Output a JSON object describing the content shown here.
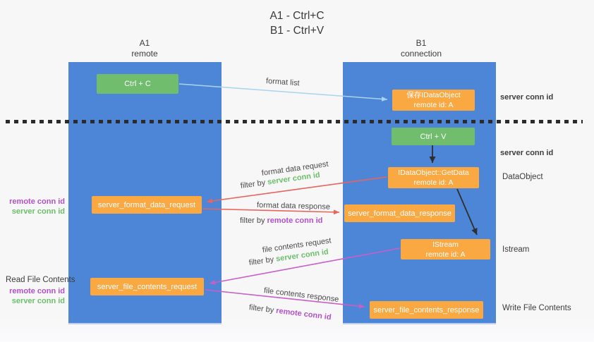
{
  "header": {
    "title_line1": "A1 - Ctrl+C",
    "title_line2": "B1 - Ctrl+V"
  },
  "columns": {
    "left": {
      "title": "A1",
      "subtitle": "remote"
    },
    "right": {
      "title": "B1",
      "subtitle": "connection"
    }
  },
  "nodes": {
    "ctrl_c": {
      "label": "Ctrl + C"
    },
    "save_idataobject": {
      "line1": "保存IDataObject",
      "line2": "remote id: A"
    },
    "ctrl_v": {
      "label": "Ctrl + V"
    },
    "getdata": {
      "line1": "IDataObject::GetData",
      "line2": "remote id: A"
    },
    "format_request": {
      "label": "server_format_data_request"
    },
    "format_response": {
      "label": "server_format_data_response"
    },
    "istream": {
      "line1": "IStream",
      "line2": "remote id: A"
    },
    "file_request": {
      "label": "server_file_contents_request"
    },
    "file_response": {
      "label": "server_file_contents_response"
    }
  },
  "arrows": {
    "format_list": {
      "label": "format list"
    },
    "format_data_request": {
      "label": "format data request",
      "filter_prefix": "filter by",
      "filter_key": "server conn id"
    },
    "format_data_response": {
      "label": "format data response",
      "filter_prefix": "filter by",
      "filter_key": "remote conn id"
    },
    "file_contents_request": {
      "label": "file contents request",
      "filter_prefix": "filter by",
      "filter_key": "server conn id"
    },
    "file_contents_response": {
      "label": "file contents response",
      "filter_prefix": "filter by",
      "filter_key": "remote conn id"
    }
  },
  "side_labels": {
    "right_top_server_conn_id": "server conn id",
    "right_mid_server_conn_id": "server conn id",
    "dataobject": "DataObject",
    "istream": "Istream",
    "write_file_contents": "Write File Contents",
    "read_file_contents": "Read File Contents",
    "left_remote_conn_id_1": "remote conn id",
    "left_server_conn_id_1": "server conn id",
    "left_remote_conn_id_2": "remote conn id",
    "left_server_conn_id_2": "server conn id"
  },
  "colors": {
    "column_blue": "#4d86d6",
    "box_green": "#71bd6e",
    "box_orange": "#f9a842",
    "arrow_blue": "#a8d4f0",
    "arrow_red": "#e8645c",
    "arrow_magenta": "#c75fc7",
    "arrow_black": "#2f2f2f",
    "text_green": "#6cbf6a",
    "text_purple": "#b250c8"
  }
}
